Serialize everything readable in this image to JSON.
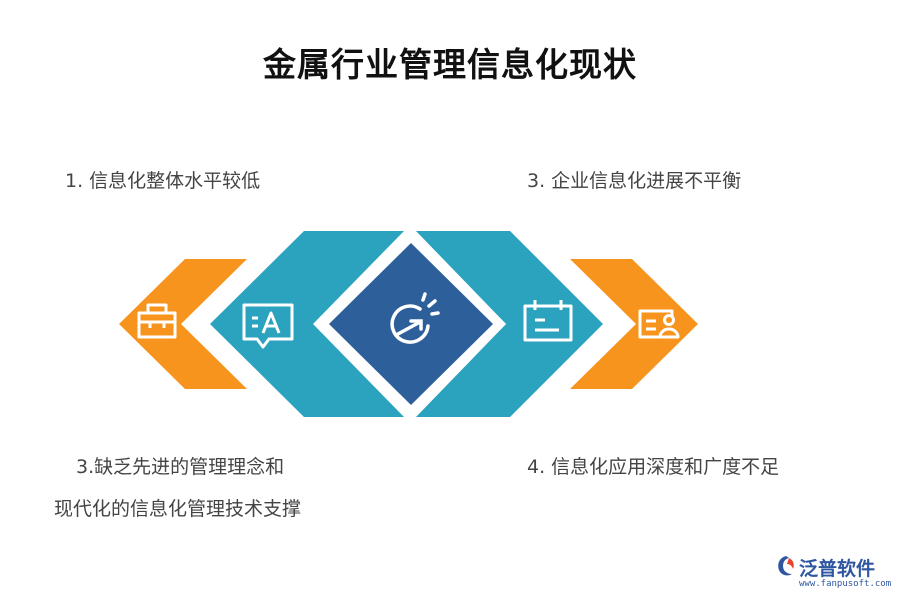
{
  "title": "金属行业管理信息化现状",
  "items": [
    {
      "label": "1.  信息化整体水平较低",
      "icon": "toolbox-icon"
    },
    {
      "label": "3.   企业信息化进展不平衡",
      "icon": "calendar-icon"
    },
    {
      "label_line1": "3.缺乏先进的管理理念和",
      "label_line2": "现代化的信息化管理技术支撑",
      "icon": "text-chat-icon"
    },
    {
      "label": "4.   信息化应用深度和广度不足",
      "icon": "user-card-icon"
    }
  ],
  "center_icon": "growth-chart-icon",
  "colors": {
    "orange": "#F7941D",
    "teal": "#2BA3BE",
    "navy": "#2D5F9B"
  },
  "logo": {
    "name": "泛普软件",
    "url": "www.fanpusoft.com"
  }
}
